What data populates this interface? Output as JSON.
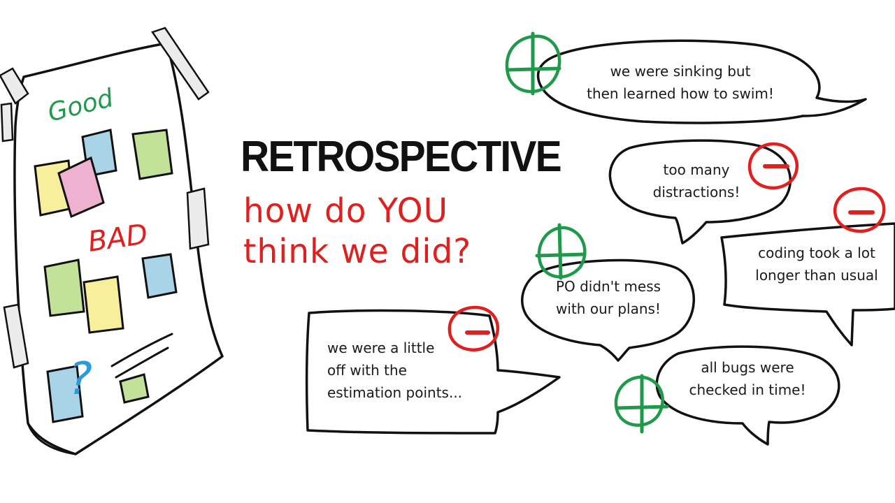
{
  "title": "RETROSPECTIVE",
  "subtitle": {
    "line1": "how do YOU",
    "line2": "think we did?"
  },
  "board": {
    "good_label": "Good",
    "bad_label": "BAD",
    "question_mark": "?"
  },
  "bubbles": [
    {
      "id": "sinking",
      "sign": "plus",
      "lines": [
        "we were sinking but",
        "then learned how to swim!"
      ]
    },
    {
      "id": "distractions",
      "sign": "minus",
      "lines": [
        "too many",
        "distractions!"
      ]
    },
    {
      "id": "coding",
      "sign": "minus",
      "lines": [
        "coding took a lot",
        "longer than usual"
      ]
    },
    {
      "id": "po",
      "sign": "plus",
      "lines": [
        "PO didn't mess",
        "with our plans!"
      ]
    },
    {
      "id": "estimation",
      "sign": "minus",
      "lines": [
        "we were a little",
        "off with the",
        "estimation points..."
      ]
    },
    {
      "id": "bugs",
      "sign": "plus",
      "lines": [
        "all bugs were",
        "checked in time!"
      ]
    }
  ],
  "colors": {
    "plus": "#1f9a4a",
    "minus": "#e01f1f",
    "ink": "#111111",
    "sticky_yellow": "#f7ef9b",
    "sticky_pink": "#eeb1cf",
    "sticky_blue": "#a9d3e6",
    "sticky_green": "#c2e29a",
    "tape": "#e8e8e8",
    "question": "#2b9be0"
  }
}
